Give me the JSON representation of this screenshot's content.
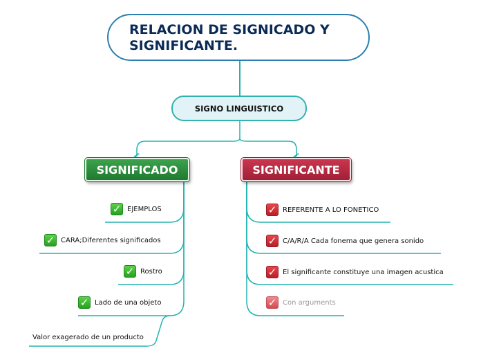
{
  "title": "RELACION DE SIGNICADO Y SIGNIFICANTE.",
  "central": "SIGNO LINGUISTICO",
  "significado": {
    "label": "SIGNIFICADO",
    "color": "#2a8c3c",
    "items": [
      {
        "label": "EJEMPLOS",
        "icon": "green-check-icon"
      },
      {
        "label": "CARA;Diferentes significados",
        "icon": "green-check-icon"
      },
      {
        "label": "Rostro",
        "icon": "green-check-icon"
      },
      {
        "label": "Lado de una objeto",
        "icon": "green-check-icon"
      },
      {
        "label": "Valor exagerado de un producto",
        "icon": ""
      }
    ]
  },
  "significante": {
    "label": "SIGNIFICANTE",
    "color": "#b52740",
    "items": [
      {
        "label": "REFERENTE A LO FONETICO",
        "icon": "red-check-icon"
      },
      {
        "label": "C/A/R/A Cada fonema que genera sonido",
        "icon": "red-check-icon"
      },
      {
        "label": "El significante constituye una imagen acustica",
        "icon": "red-check-icon"
      },
      {
        "label": "Con arguments",
        "icon": "red-check-icon"
      }
    ]
  },
  "line_color": "#22b3b0",
  "check_glyph": "✓"
}
